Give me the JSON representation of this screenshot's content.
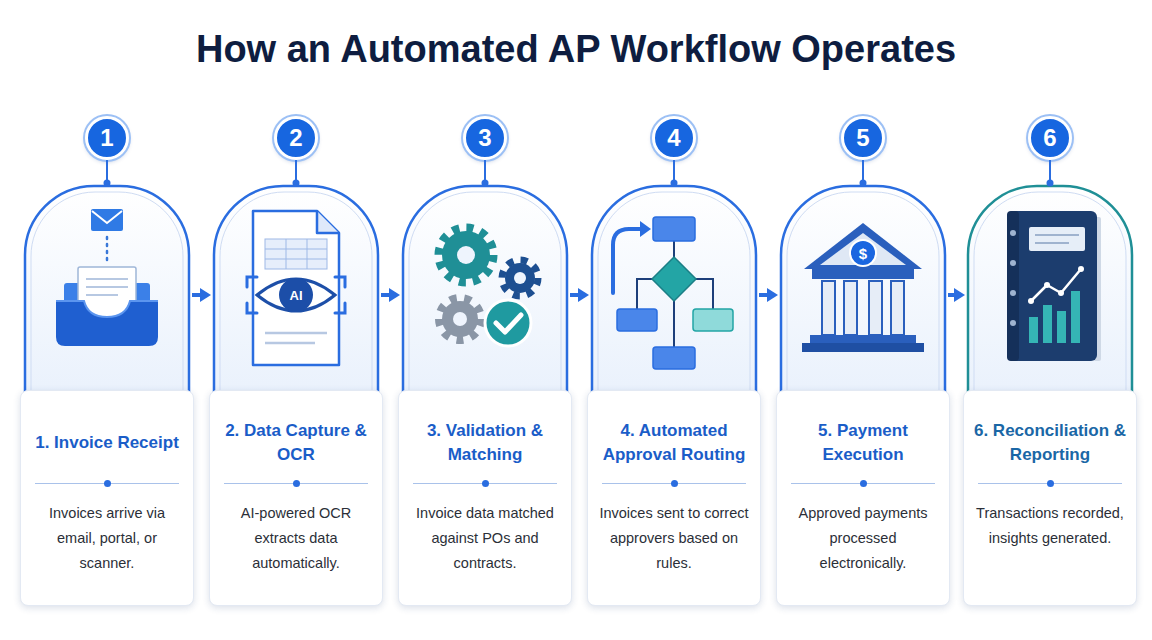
{
  "diagram": {
    "title": "How an Automated AP Workflow Operates",
    "nodes": [
      {
        "text": [
          "1"
        ]
      },
      {
        "text": [
          "1. Invoice Receipt",
          "Invoices arrive via email, portal, or scanner."
        ]
      },
      {
        "text": [
          "2"
        ]
      },
      {
        "text": [
          "2. Data Capture & OCR",
          "AI-powered OCR extracts data automatically."
        ]
      },
      {
        "text": [
          "3"
        ]
      },
      {
        "text": [
          "3. Validation & Matching",
          "Invoice data matched against POs and contracts."
        ]
      },
      {
        "text": [
          "4"
        ]
      },
      {
        "text": [
          "4. Automated Approval Routing",
          "Invoices sent to correct approvers based on rules."
        ]
      },
      {
        "text": [
          "5"
        ]
      },
      {
        "text": [
          "5. Payment Execution",
          "Approved payments processed electronically."
        ]
      },
      {
        "text": [
          "6"
        ]
      },
      {
        "text": [
          "6. Reconciliation & Reporting",
          "Transactions recorded, insights generated."
        ]
      }
    ],
    "edges": [
      {
        "from": 0,
        "to": 1,
        "arrow": "none"
      },
      {
        "from": 1,
        "to": 3,
        "arrow": "to"
      },
      {
        "from": 2,
        "to": 3,
        "arrow": "none"
      },
      {
        "from": 3,
        "to": 5,
        "arrow": "to"
      },
      {
        "from": 4,
        "to": 5,
        "arrow": "none"
      },
      {
        "from": 5,
        "to": 7,
        "arrow": "to"
      },
      {
        "from": 6,
        "to": 7,
        "arrow": "none"
      },
      {
        "from": 7,
        "to": 9,
        "arrow": "to"
      },
      {
        "from": 8,
        "to": 9,
        "arrow": "none"
      },
      {
        "from": 9,
        "to": 11,
        "arrow": "to"
      },
      {
        "from": 10,
        "to": 11,
        "arrow": "none"
      }
    ],
    "labels": [
      "AI",
      "$"
    ]
  }
}
